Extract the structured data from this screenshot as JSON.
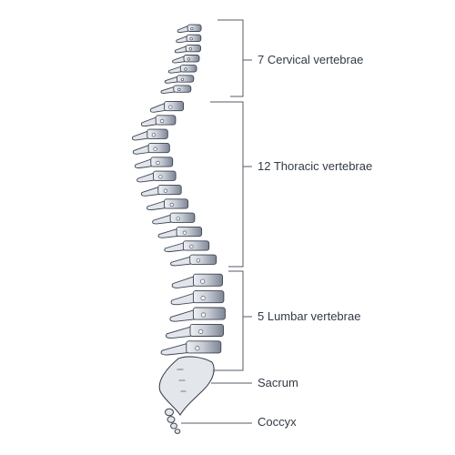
{
  "labels": {
    "cervical": "7 Cervical vertebrae",
    "thoracic": "12 Thoracic vertebrae",
    "lumbar": "5 Lumbar vertebrae",
    "sacrum": "Sacrum",
    "coccyx": "Coccyx"
  },
  "counts": {
    "cervical": 7,
    "thoracic": 12,
    "lumbar": 5
  },
  "colors": {
    "background": "#ffffff",
    "bone_light": "#e2e6ec",
    "bone_dark": "#7d8594",
    "outline": "#3c4350",
    "bracket": "#555b66",
    "text": "#333a44"
  }
}
